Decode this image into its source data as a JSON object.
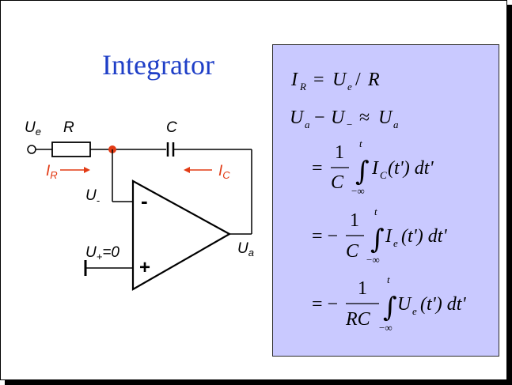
{
  "title": "Integrator",
  "circuit": {
    "input_label": "U",
    "input_sub": "e",
    "resistor_label": "R",
    "capacitor_label": "C",
    "current_r": "I",
    "current_r_sub": "R",
    "current_c": "I",
    "current_c_sub": "C",
    "minus_input": "U",
    "minus_input_sub": "-",
    "plus_input": "U",
    "plus_input_sub": "+",
    "plus_input_value": "=0",
    "output_label": "U",
    "output_sub": "a",
    "minus_sign": "-",
    "plus_sign": "+"
  },
  "formulas": {
    "line1": {
      "lhs": "I",
      "lhs_sub": "R",
      "eq": "=",
      "u": "U",
      "u_sub": "e",
      "slash": "/",
      "r": "R"
    },
    "line2": {
      "u1": "U",
      "u1_sub": "a",
      "minus": "−",
      "u2": "U",
      "u2_sub": "−",
      "approx": "≈",
      "u3": "U",
      "u3_sub": "a"
    },
    "line3": {
      "eq": "=",
      "num": "1",
      "den": "C",
      "upper": "t",
      "lower": "−∞",
      "body": "I",
      "body_sub": "C",
      "arg": "(t') dt'"
    },
    "line4": {
      "eq": "= −",
      "num": "1",
      "den": "C",
      "upper": "t",
      "lower": "−∞",
      "body": "I",
      "body_sub": "e",
      "arg": "(t') dt'"
    },
    "line5": {
      "eq": "= −",
      "num": "1",
      "den": "RC",
      "upper": "t",
      "lower": "−∞",
      "body": "U",
      "body_sub": "e",
      "arg": "(t') dt'"
    }
  },
  "colors": {
    "title": "#1f3fc7",
    "accent_red": "#e23b15",
    "formula_bg": "#c9c9ff"
  }
}
